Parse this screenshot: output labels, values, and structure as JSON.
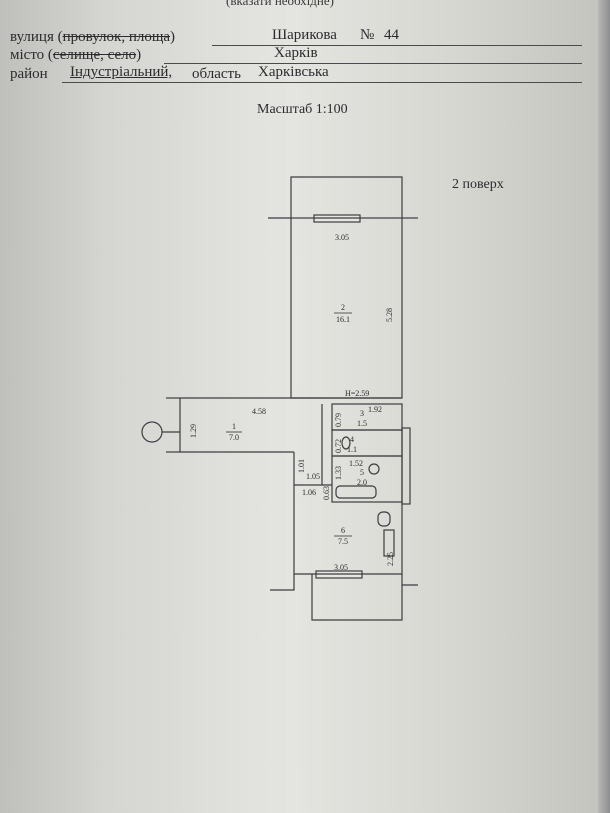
{
  "header": {
    "note": "(вказати необхідне)",
    "street_prefix": "вулиця (",
    "street_struck": "провулок, площа",
    "street_suffix": ")",
    "street_value": "Шарикова",
    "number_label": "№",
    "number_value": "44",
    "city_prefix": "місто (",
    "city_struck": "селище, село",
    "city_suffix": ")",
    "city_value": "Харків",
    "district_label": "район",
    "district_value": "Індустріальний,",
    "region_label": "область",
    "region_value": "Харківська"
  },
  "scale": "Масштаб 1:100",
  "floor": "2 поверх",
  "plan": {
    "rooms": [
      {
        "num": "2",
        "area": "16.1"
      },
      {
        "num": "1",
        "area": "7.0"
      },
      {
        "num": "3",
        "area": "1.5"
      },
      {
        "num": "4",
        "area": "1.1"
      },
      {
        "num": "5",
        "area": "2.0"
      },
      {
        "num": "6",
        "area": "7.5"
      }
    ],
    "dimensions": {
      "room2_width": "3.05",
      "room2_length": "5.28",
      "ceiling_height": "H=2.59",
      "hall_length": "4.58",
      "hall_width": "1.29",
      "room3_width": "1.92",
      "room3_depth": "0.79",
      "room4_depth": "0.72",
      "room5_width": "1.52",
      "room5_depth": "1.33",
      "corridor_a": "1.01",
      "corridor_b": "1.05",
      "corridor_c": "1.06",
      "corridor_d": "0.63",
      "room6_length": "2.25",
      "room6_width": "3.05"
    }
  }
}
